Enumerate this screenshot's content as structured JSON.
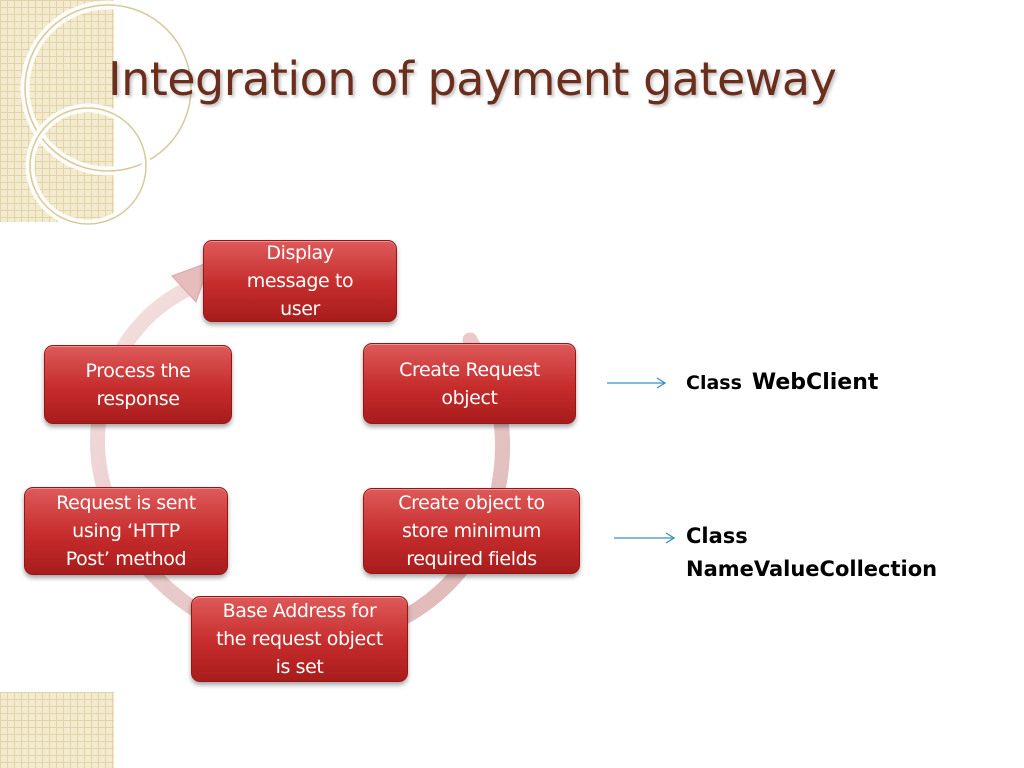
{
  "slide": {
    "title": "Integration of payment gateway"
  },
  "cycle": {
    "steps": [
      {
        "lines": [
          "Display",
          "message to",
          "user"
        ]
      },
      {
        "lines": [
          "Create Request",
          "object"
        ]
      },
      {
        "lines": [
          "Create object to",
          "store minimum",
          "required fields"
        ]
      },
      {
        "lines": [
          "Base Address for",
          "the request object",
          "is set"
        ]
      },
      {
        "lines": [
          "Request is sent",
          "using ‘HTTP",
          "Post’ method"
        ]
      },
      {
        "lines": [
          "Process the",
          "response"
        ]
      }
    ]
  },
  "annotations": {
    "webclient": {
      "prefix": "Class",
      "name": "WebClient"
    },
    "namevaluecollection": {
      "prefix": "Class",
      "name": "NameValueCollection"
    }
  },
  "colors": {
    "title": "#6b2d1c",
    "box_fill": "#c62c2c",
    "box_text": "#ffffff",
    "cycle_arrow": "#e8c4c4",
    "connector": "#3a8fbf",
    "decoration": "#f3ebcf"
  }
}
